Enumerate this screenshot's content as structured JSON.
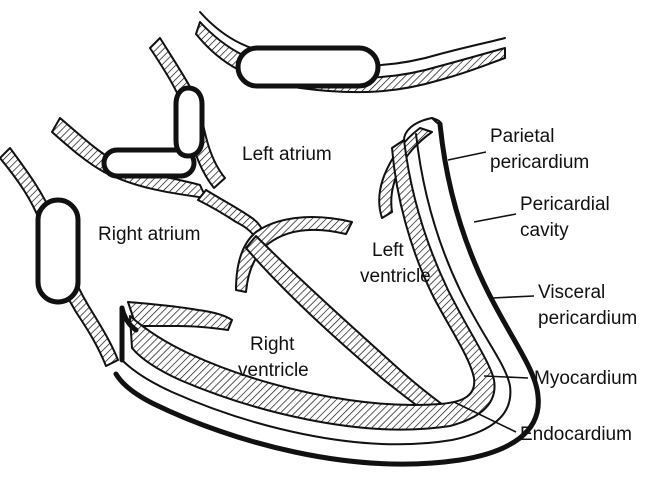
{
  "labels": {
    "left_atrium": "Left atrium",
    "right_atrium": "Right atrium",
    "left_ventricle_1": "Left",
    "left_ventricle_2": "ventricle",
    "right_ventricle_1": "Right",
    "right_ventricle_2": "ventricle",
    "parietal_1": "Parietal",
    "parietal_2": "pericardium",
    "pericardial_cavity_1": "Pericardial",
    "pericardial_cavity_2": "cavity",
    "visceral_1": "Visceral",
    "visceral_2": "pericardium",
    "myocardium": "Myocardium",
    "endocardium": "Endocardium"
  },
  "colors": {
    "ink": "#111111",
    "background": "#ffffff"
  }
}
